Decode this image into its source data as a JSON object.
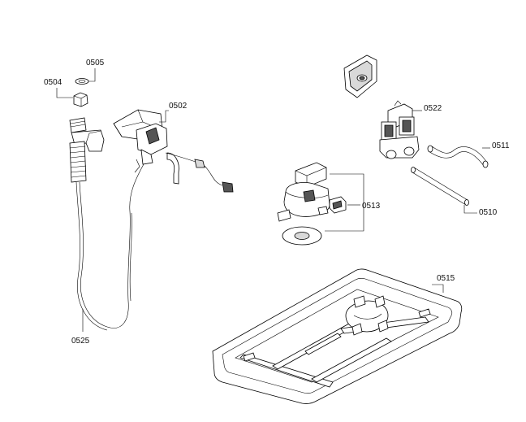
{
  "labels": {
    "p0504": "0504",
    "p0505": "0505",
    "p0502": "0502",
    "p0522": "0522",
    "p0511": "0511",
    "p0513": "0513",
    "p0510": "0510",
    "p0515": "0515",
    "p0525": "0525"
  }
}
